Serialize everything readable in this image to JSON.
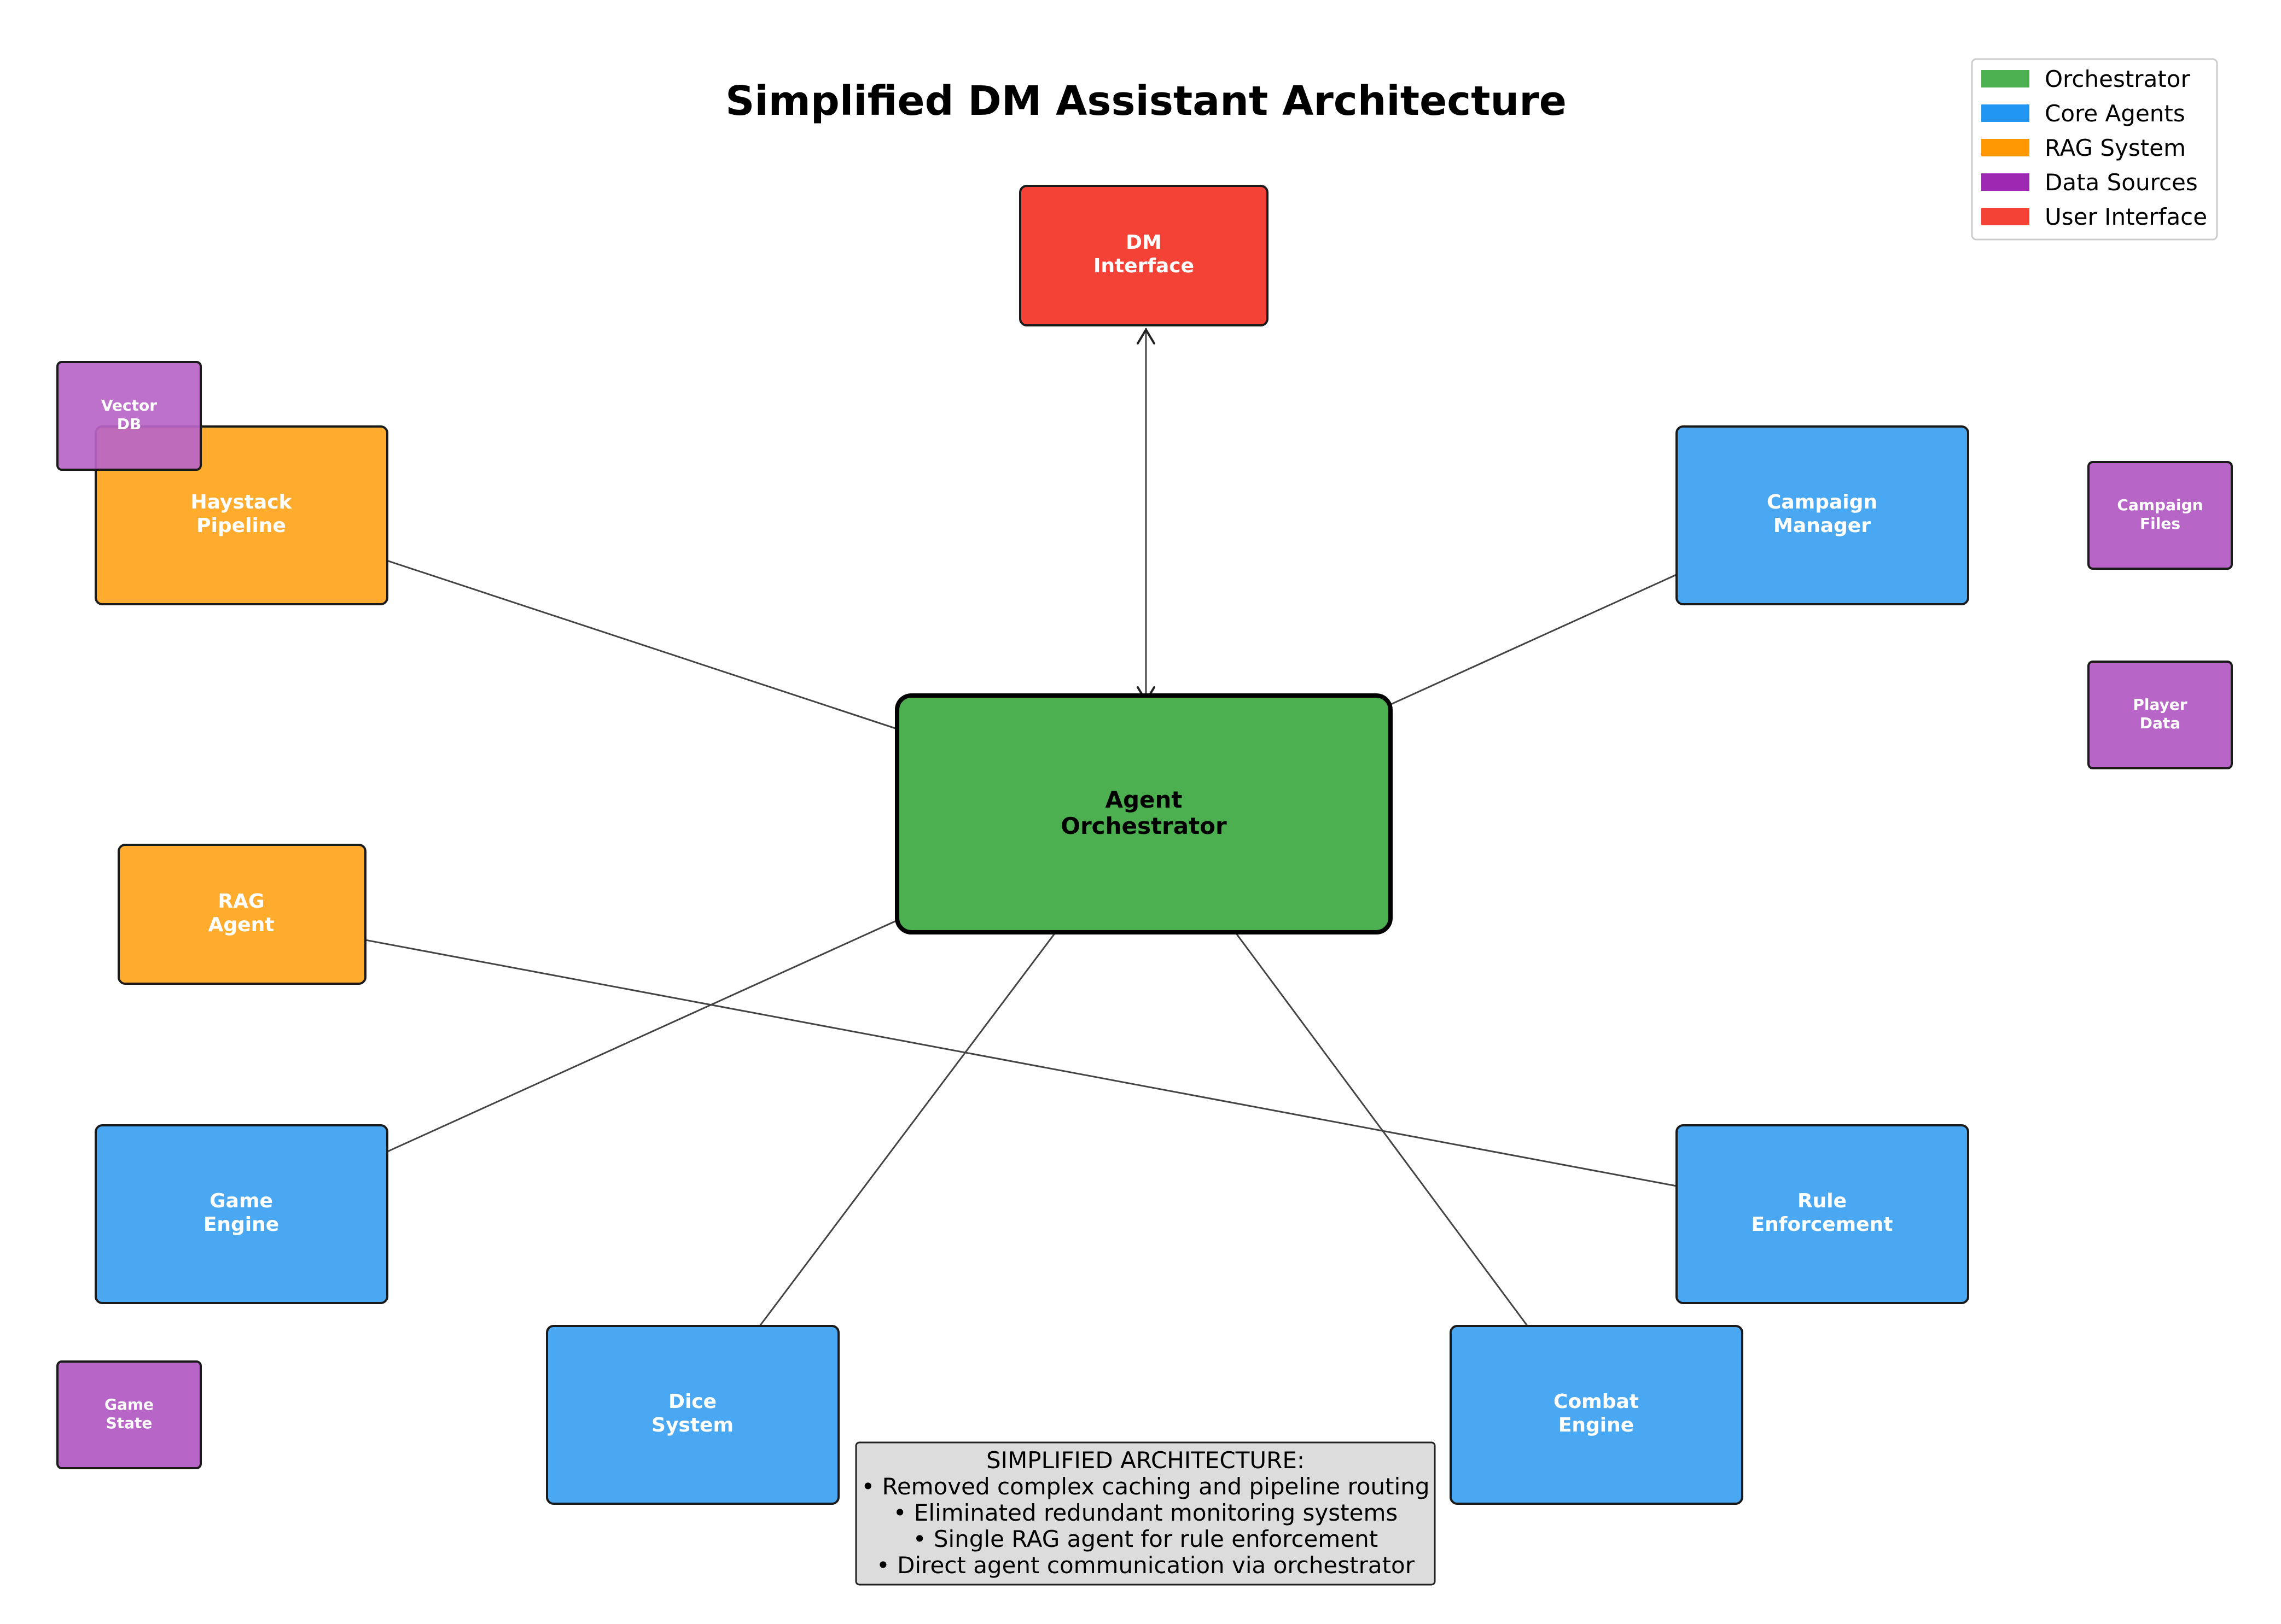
{
  "title": "Simplified DM Assistant Architecture",
  "colors": {
    "orchestrator": "#4caf50",
    "core_agents": "#4aa8f3",
    "rag_system": "#ffab2e",
    "data_sources": "#b765c7",
    "user_interface": "#f44336"
  },
  "legend": [
    {
      "label": "Orchestrator",
      "color": "#4caf50"
    },
    {
      "label": "Core Agents",
      "color": "#2196f3"
    },
    {
      "label": "RAG System",
      "color": "#ff9800"
    },
    {
      "label": "Data Sources",
      "color": "#9c27b0"
    },
    {
      "label": "User Interface",
      "color": "#f44336"
    }
  ],
  "nodes": {
    "dm_interface": {
      "lines": [
        "DM",
        "Interface"
      ],
      "category": "user_interface"
    },
    "orchestrator": {
      "lines": [
        "Agent",
        "Orchestrator"
      ],
      "category": "orchestrator"
    },
    "haystack": {
      "lines": [
        "Haystack",
        "Pipeline"
      ],
      "category": "rag_system"
    },
    "rag_agent": {
      "lines": [
        "RAG",
        "Agent"
      ],
      "category": "rag_system"
    },
    "campaign_manager": {
      "lines": [
        "Campaign",
        "Manager"
      ],
      "category": "core_agents"
    },
    "game_engine": {
      "lines": [
        "Game",
        "Engine"
      ],
      "category": "core_agents"
    },
    "rule_enforcement": {
      "lines": [
        "Rule",
        "Enforcement"
      ],
      "category": "core_agents"
    },
    "dice_system": {
      "lines": [
        "Dice",
        "System"
      ],
      "category": "core_agents"
    },
    "combat_engine": {
      "lines": [
        "Combat",
        "Engine"
      ],
      "category": "core_agents"
    },
    "vector_db": {
      "lines": [
        "Vector",
        "DB"
      ],
      "category": "data_sources"
    },
    "campaign_files": {
      "lines": [
        "Campaign",
        "Files"
      ],
      "category": "data_sources"
    },
    "player_data": {
      "lines": [
        "Player",
        "Data"
      ],
      "category": "data_sources"
    },
    "game_state": {
      "lines": [
        "Game",
        "State"
      ],
      "category": "data_sources"
    }
  },
  "note": {
    "lines": [
      "SIMPLIFIED ARCHITECTURE:",
      "• Removed complex caching and pipeline routing",
      "• Eliminated redundant monitoring systems",
      "• Single RAG agent for rule enforcement",
      "• Direct agent communication via orchestrator"
    ]
  }
}
